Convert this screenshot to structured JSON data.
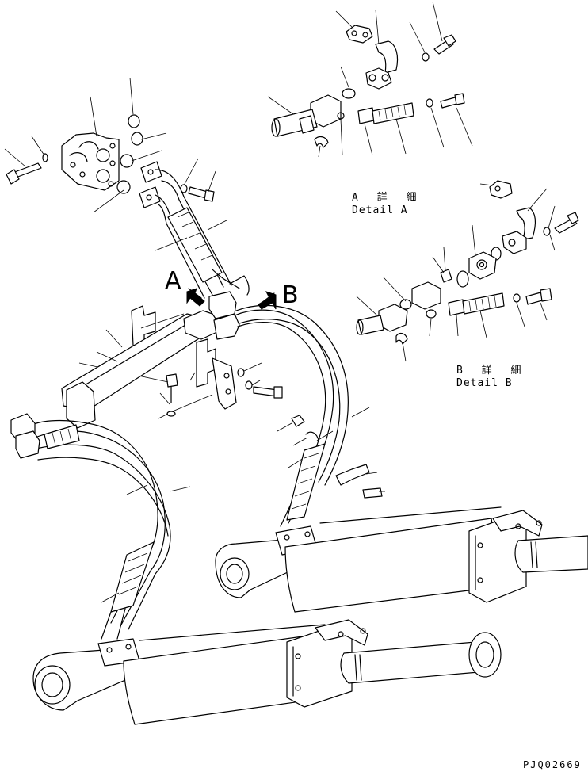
{
  "view_labels": {
    "a": "A",
    "b": "B"
  },
  "detail_a": {
    "jp": "A 詳 細",
    "en": "Detail A"
  },
  "detail_b": {
    "jp": "B 詳 細",
    "en": "Detail B"
  },
  "drawing_code": "PJQ02669",
  "colors": {
    "ink": "#000000",
    "paper": "#ffffff"
  }
}
